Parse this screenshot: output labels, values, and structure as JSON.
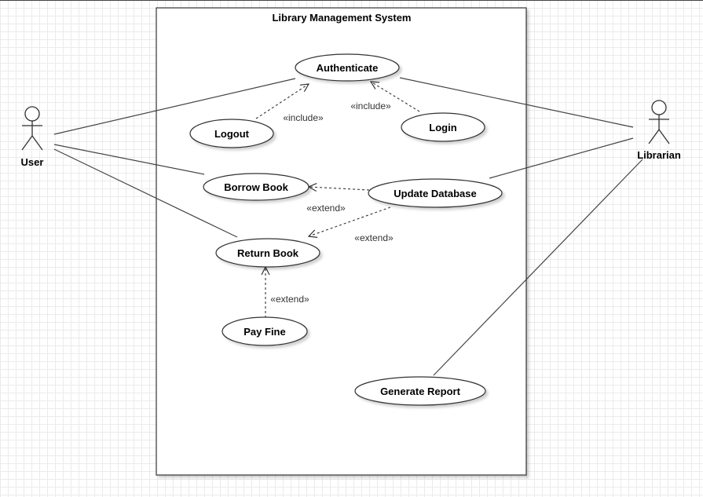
{
  "system": {
    "title": "Library Management System"
  },
  "actors": {
    "user": "User",
    "librarian": "Librarian"
  },
  "use_cases": {
    "authenticate": "Authenticate",
    "logout": "Logout",
    "login": "Login",
    "borrow_book": "Borrow Book",
    "update_database": "Update Database",
    "return_book": "Return Book",
    "pay_fine": "Pay Fine",
    "generate_report": "Generate Report"
  },
  "relations": {
    "logout_include": "«include»",
    "login_include": "«include»",
    "update_borrow_extend": "«extend»",
    "update_return_extend": "«extend»",
    "payfine_extend": "«extend»"
  }
}
